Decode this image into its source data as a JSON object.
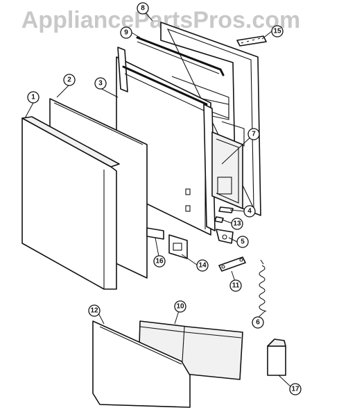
{
  "watermark": "AppliancePartsPros.com",
  "callouts": {
    "c1": "1",
    "c2": "2",
    "c3": "3",
    "c4": "4",
    "c5": "5",
    "c6": "6",
    "c7": "7",
    "c8": "8",
    "c9": "9",
    "c10": "10",
    "c11": "11",
    "c12": "12",
    "c13": "13",
    "c14": "14",
    "c15": "15",
    "c16": "16",
    "c17": "17"
  },
  "colors": {
    "line": "#111111",
    "watermark": "#c8c8c8",
    "background": "#ffffff"
  }
}
